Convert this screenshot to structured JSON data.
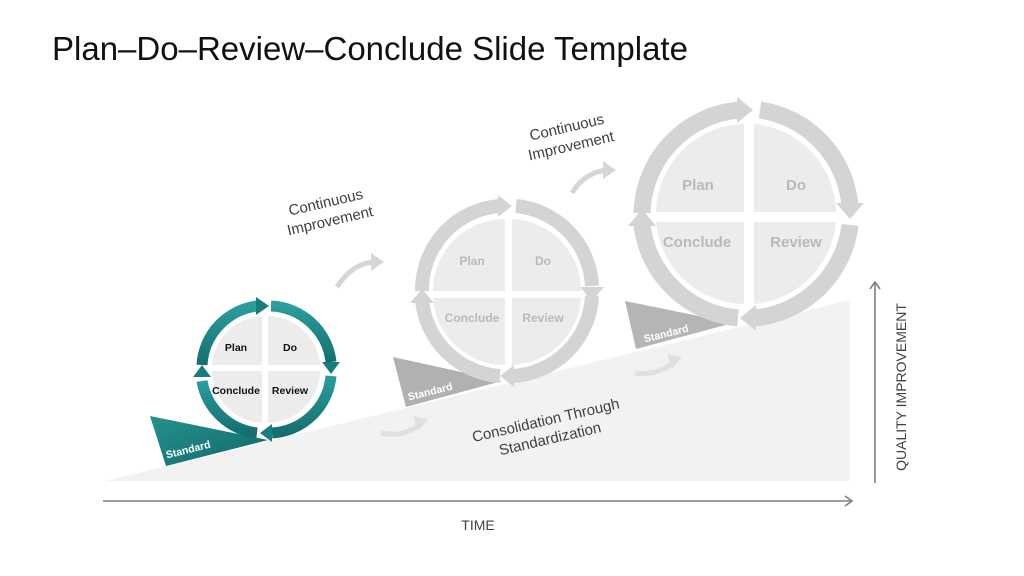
{
  "title": "Plan–Do–Review–Conclude Slide Template",
  "cycles": [
    {
      "plan": "Plan",
      "do": "Do",
      "conclude": "Conclude",
      "review": "Review",
      "standard": "Standard"
    },
    {
      "plan": "Plan",
      "do": "Do",
      "conclude": "Conclude",
      "review": "Review",
      "standard": "Standard"
    },
    {
      "plan": "Plan",
      "do": "Do",
      "conclude": "Conclude",
      "review": "Review",
      "standard": "Standard"
    }
  ],
  "continuous_improvement": [
    {
      "line1": "Continuous",
      "line2": "Improvement"
    },
    {
      "line1": "Continuous",
      "line2": "Improvement"
    }
  ],
  "consolidation": {
    "line1": "Consolidation Through",
    "line2": "Standardization"
  },
  "axes": {
    "x_label": "TIME",
    "y_label": "QUALITY IMPROVEMENT"
  },
  "colors": {
    "teal": "#1f8a8a",
    "teal_dark": "#14706f",
    "gray_arrow": "#d4d4d4",
    "gray_cell": "#ececec",
    "slope": "#f2f2f2",
    "axis": "#7f7f7f"
  }
}
